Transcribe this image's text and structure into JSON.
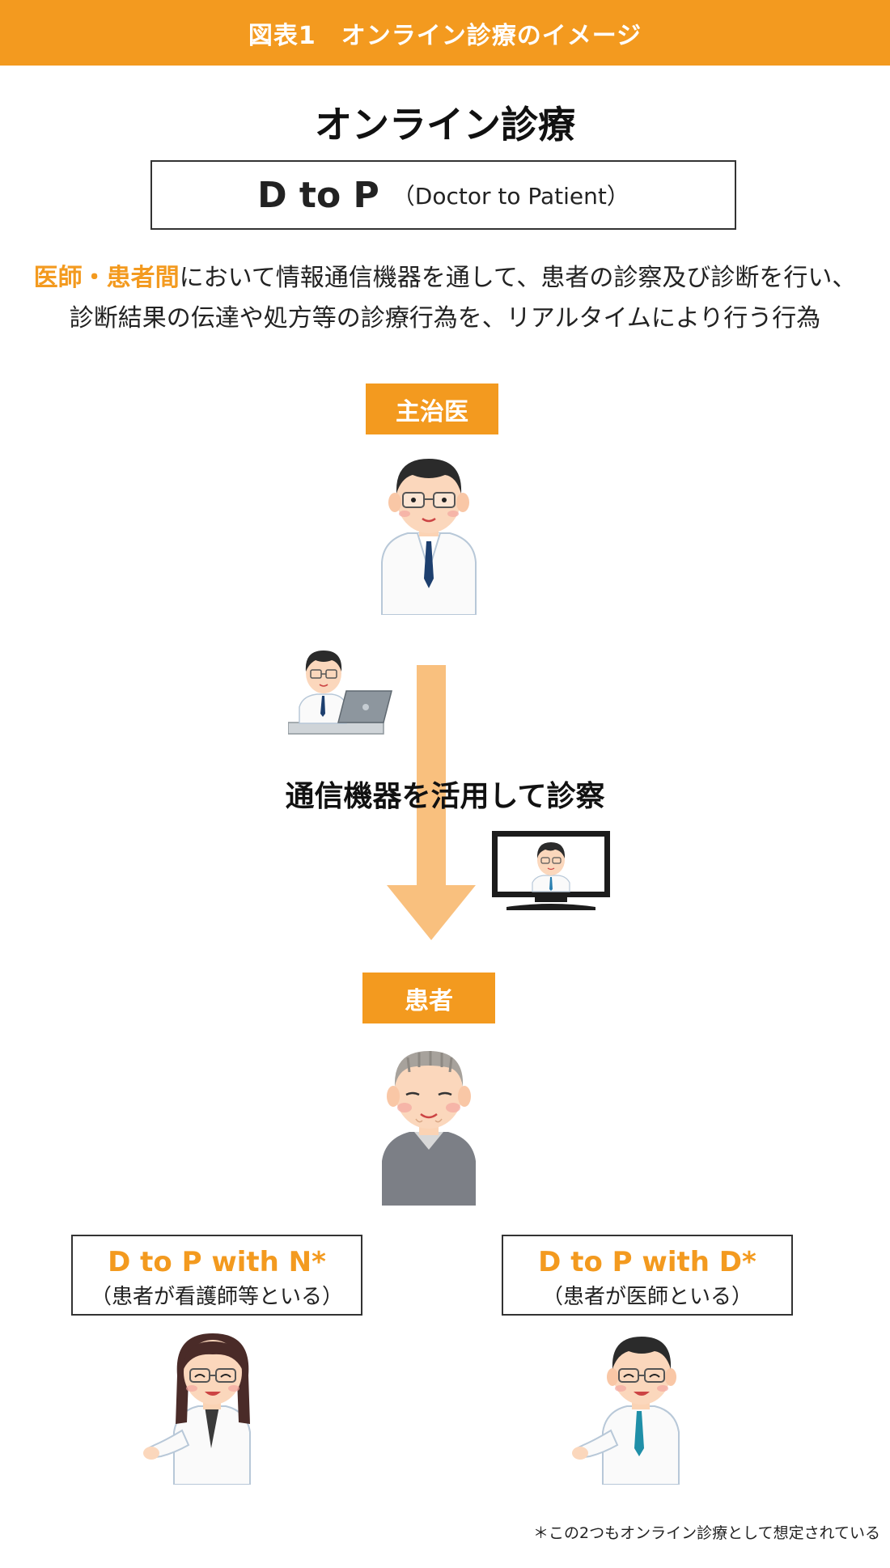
{
  "header": {
    "title": "図表1　オンライン診療のイメージ"
  },
  "main": {
    "title": "オンライン診療",
    "dtop": {
      "main": "D to P",
      "sub": "（Doctor to Patient）"
    },
    "description": {
      "highlight": "医師・患者間",
      "line1_rest": "において情報通信機器を通して、患者の診察及び診断を行い、",
      "line2": "診断結果の伝達や処方等の診療行為を、リアルタイムにより行う行為"
    }
  },
  "diagram": {
    "doctor_label": "主治医",
    "communication_text": "通信機器を活用して診察",
    "patient_label": "患者",
    "variants": [
      {
        "title": "D to P with N*",
        "subtitle": "（患者が看護師等といる）"
      },
      {
        "title": "D to P with D*",
        "subtitle": "（患者が医師といる）"
      }
    ],
    "arrow_color": "#f9c07e",
    "accent_color": "#f39a1f"
  },
  "footnote": "＊この2つもオンライン診療として想定されている"
}
